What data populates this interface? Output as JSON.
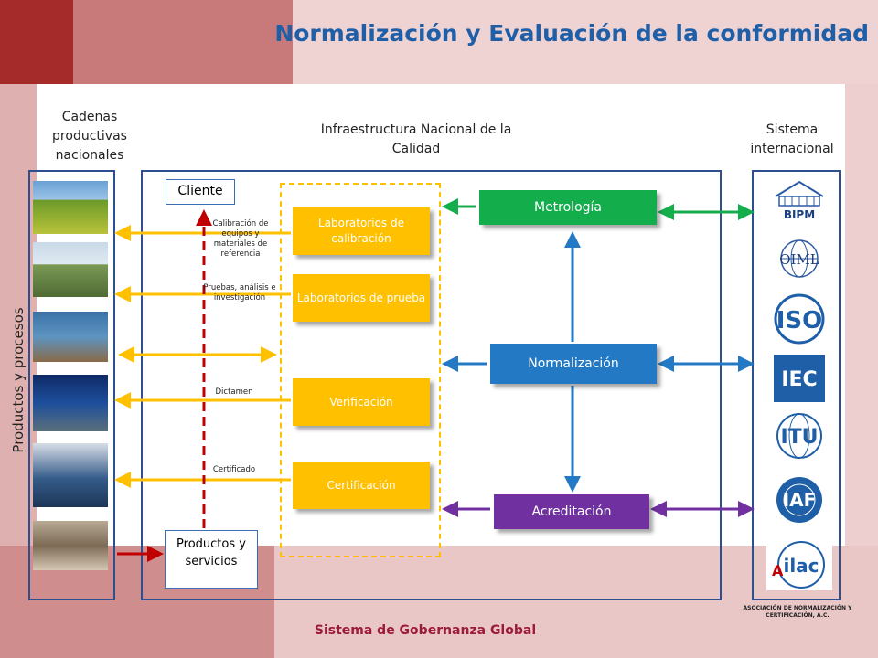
{
  "title": "Normalización y Evaluación de la conformidad",
  "footer": "Sistema de Gobernanza Global",
  "headers": {
    "left": "Cadenas productivas nacionales",
    "center": "Infraestructura Nacional de la Calidad",
    "right": "Sistema internacional"
  },
  "vertical_label": "Productos y procesos",
  "cliente": "Cliente",
  "productos": "Productos y servicios",
  "labels": {
    "calibracion": "Calibración de equipos y materiales de referencia",
    "pruebas": "Pruebas, análisis e investigación",
    "dictamen": "Dictamen",
    "certificado": "Certificado"
  },
  "services": [
    "Laboratorios de calibración",
    "Laboratorios de prueba",
    "Verificación",
    "Certificación"
  ],
  "core": {
    "metrologia": "Metrología",
    "normalizacion": "Normalización",
    "acreditacion": "Acreditación"
  },
  "logos": [
    "BIPM",
    "OIML",
    "ISO",
    "IEC",
    "ITU",
    "IAF",
    "ilac"
  ],
  "ilac_mark": "A",
  "anc_text": "ASOCIACIÓN DE NORMALIZACIÓN Y CERTIFICACIÓN, A.C.",
  "colors": {
    "metrologia": "#14ad4c",
    "normalizacion": "#2479c4",
    "acreditacion": "#7030a0",
    "services": "#ffc000",
    "frame": "#2d4f8f",
    "title": "#1f5fa8",
    "footer": "#9b1b3a"
  }
}
